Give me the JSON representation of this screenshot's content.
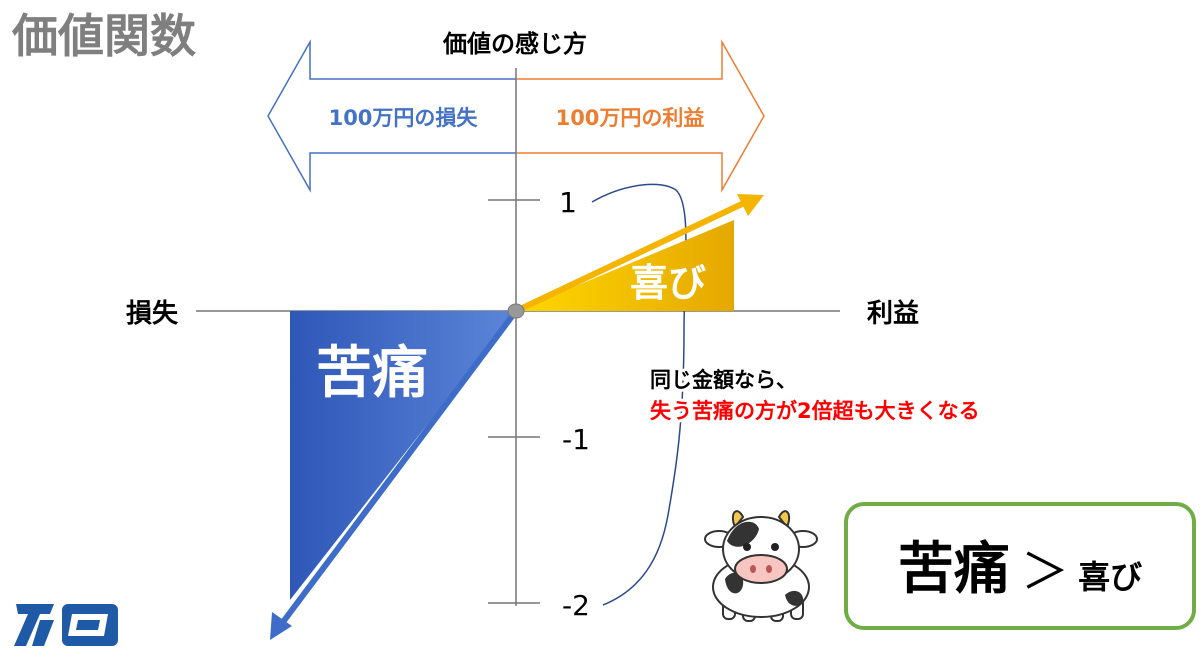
{
  "title": "価値関数",
  "top_arrow": {
    "heading": "価値の感じ方",
    "loss_label": "100万円の損失",
    "gain_label": "100万円の利益"
  },
  "axes": {
    "left_label": "損失",
    "right_label": "利益",
    "ticks": [
      "1",
      "-1",
      "-2"
    ]
  },
  "regions": {
    "pain_label": "苦痛",
    "joy_label": "喜び"
  },
  "note": {
    "line1": "同じ金額なら、",
    "line2": "失う苦痛の方が2倍超も大きくなる"
  },
  "comparison": {
    "left": "苦痛",
    "symbol": "＞",
    "right": "喜び"
  },
  "colors": {
    "loss_blue": "#4472C4",
    "gain_orange": "#ED7D31",
    "pain_fill": "#3A66C4",
    "joy_fill": "#F2B800",
    "note_red": "#FF0000",
    "box_border": "#70AD47",
    "title_gray": "#7F7F7F"
  },
  "icons": {
    "mascot": "cow-icon",
    "logo": "brand-logo-icon"
  }
}
